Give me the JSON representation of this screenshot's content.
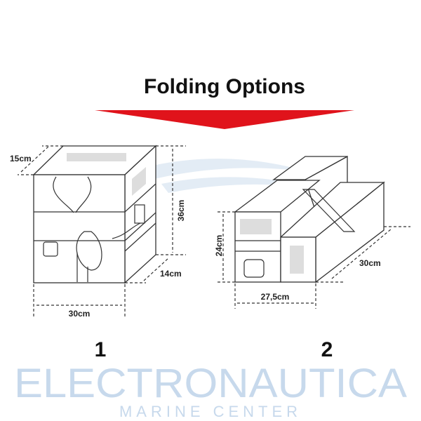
{
  "title": "Folding Options",
  "colors": {
    "arrow": "#e0131b",
    "watermark": "#c7d9ec"
  },
  "watermark": {
    "line1": "ELECTRONAUTICA",
    "line2": "MARINE CENTER"
  },
  "option1": {
    "number": "1",
    "depth_top": "15cm",
    "height": "36cm",
    "depth_bottom": "14cm",
    "width": "30cm"
  },
  "option2": {
    "number": "2",
    "height": "24cm",
    "width": "27,5cm",
    "length": "30cm"
  }
}
